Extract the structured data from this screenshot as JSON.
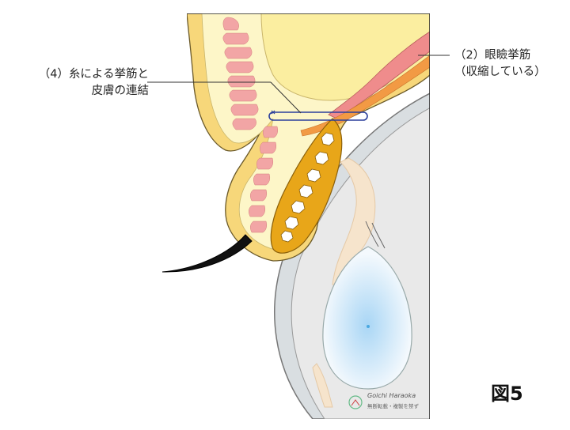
{
  "labels": {
    "left_line1": "（4）糸による挙筋と",
    "left_line2": "皮膚の連結",
    "right_line1": "（2）眼瞼挙筋",
    "right_line2": "（収縮している）"
  },
  "figure_label": "図5",
  "credit": {
    "name": "Goichi Haraoka",
    "note": "無断転載・複製を禁ず"
  },
  "colors": {
    "skin_outer": "#f7d77a",
    "skin_inner": "#fdf6c8",
    "fat_pad": "#fbeea0",
    "orbicularis": "#f2a5a5",
    "tarsus": "#e8a619",
    "levator": "#ef8c8c",
    "conjunctiva": "#d7dde0",
    "globe_gray": "#e6e6e6",
    "lens": "#c8e4f6",
    "suture": "#2b3f9c",
    "lash": "#000000"
  }
}
